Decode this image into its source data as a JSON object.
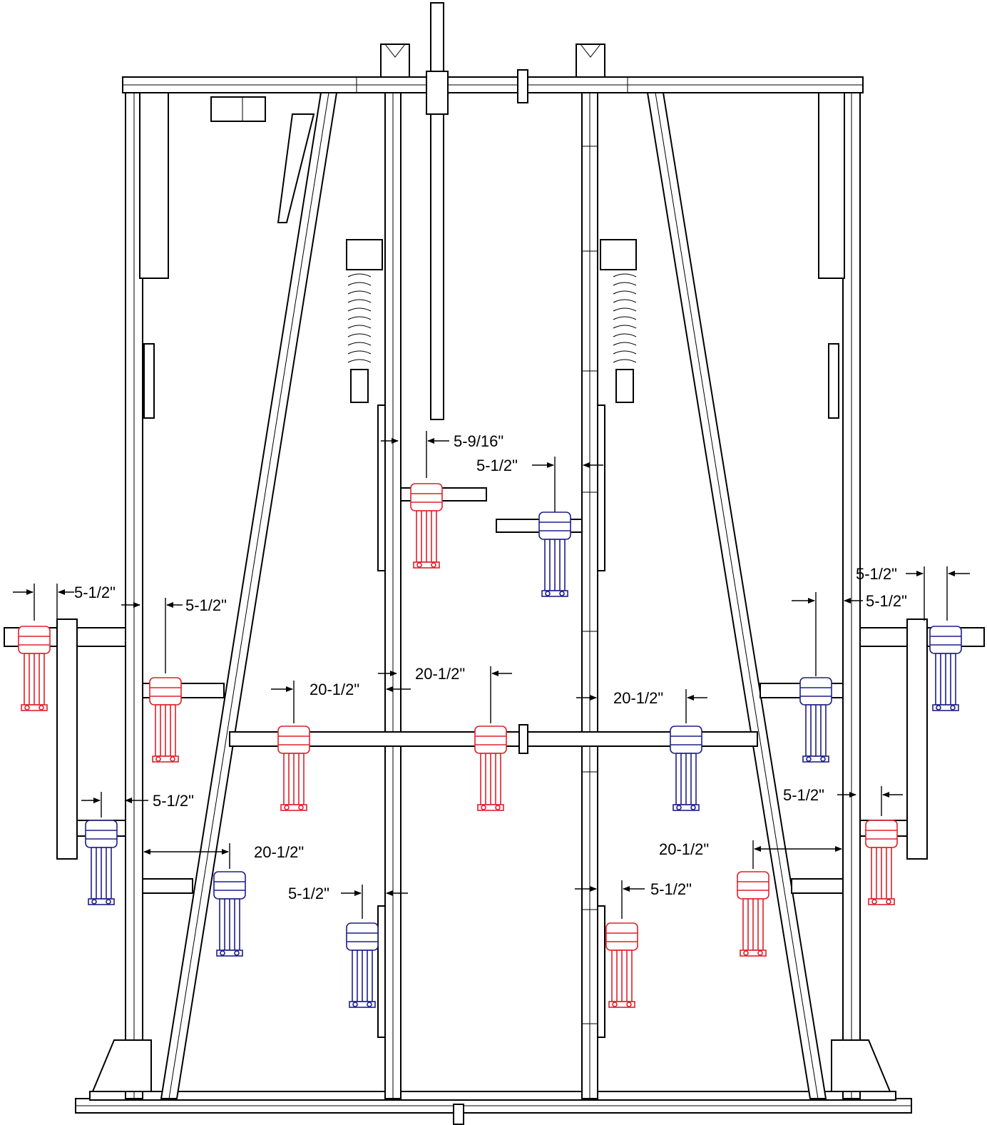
{
  "colors": {
    "frame": "#000000",
    "tool_red": "#e0202a",
    "tool_blue": "#1e1e8c",
    "background": "#ffffff"
  },
  "dimensions": {
    "d1": "5-9/16\"",
    "d2": "5-1/2\"",
    "d3": "5-1/2\"",
    "d4": "5-1/2\"",
    "d5": "5-1/2\"",
    "d6": "5-1/2\"",
    "d7": "20-1/2\"",
    "d8": "20-1/2\"",
    "d9": "20-1/2\"",
    "d10": "5-1/2\"",
    "d11": "5-1/2\"",
    "d12": "20-1/2\"",
    "d13": "20-1/2\"",
    "d14": "5-1/2\"",
    "d15": "5-1/2\""
  },
  "tools": [
    {
      "id": "t1",
      "color": "red"
    },
    {
      "id": "t2",
      "color": "blue"
    },
    {
      "id": "t3",
      "color": "red"
    },
    {
      "id": "t4",
      "color": "red"
    },
    {
      "id": "t5",
      "color": "red"
    },
    {
      "id": "t6",
      "color": "red"
    },
    {
      "id": "t7",
      "color": "blue"
    },
    {
      "id": "t8",
      "color": "blue"
    },
    {
      "id": "t9",
      "color": "blue"
    },
    {
      "id": "t10",
      "color": "blue"
    },
    {
      "id": "t11",
      "color": "blue"
    },
    {
      "id": "t12",
      "color": "blue"
    },
    {
      "id": "t13",
      "color": "red"
    },
    {
      "id": "t14",
      "color": "red"
    },
    {
      "id": "t15",
      "color": "red"
    }
  ]
}
